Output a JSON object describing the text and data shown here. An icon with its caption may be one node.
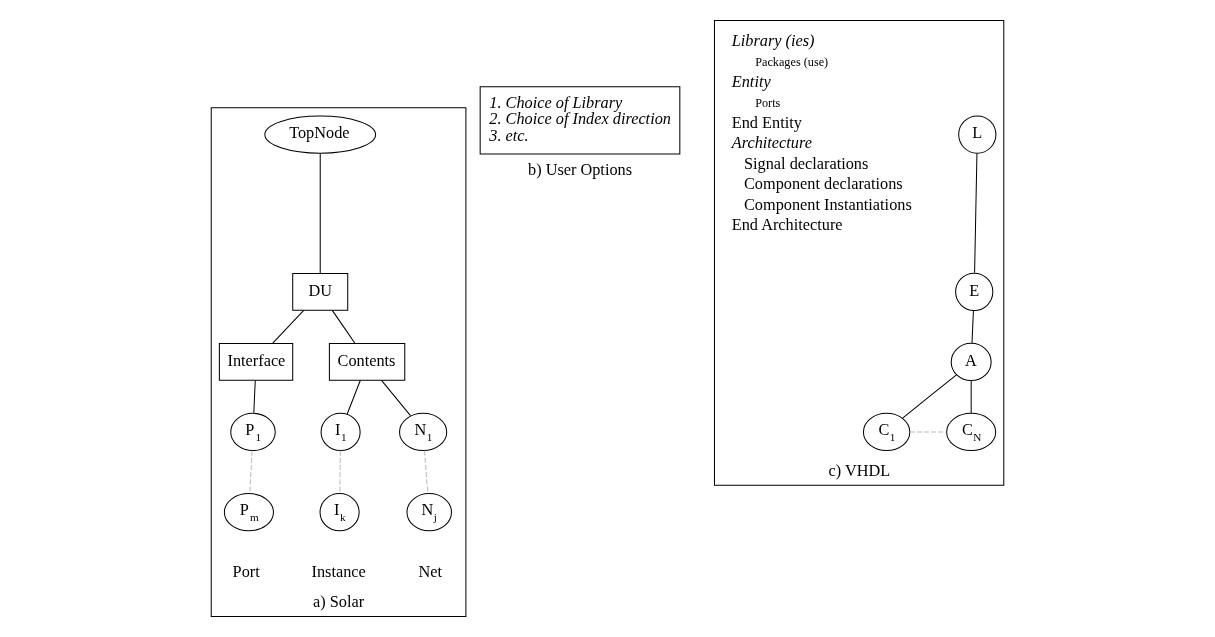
{
  "diagram": {
    "nodes": [
      {
        "text": [
          "a) Solar"
        ]
      },
      {
        "text": [
          "TopNode"
        ],
        "in": 0
      },
      {
        "text": [
          "DU"
        ],
        "in": 0
      },
      {
        "text": [
          "Interface"
        ],
        "in": 0
      },
      {
        "text": [
          "Contents"
        ],
        "in": 0
      },
      {
        "text": [
          "P$_{1}$"
        ],
        "in": 0
      },
      {
        "text": [
          "P$_{m}$"
        ],
        "in": 0,
        "beside": [
          "Port"
        ]
      },
      {
        "text": [
          "I$_{1}$"
        ],
        "in": 0
      },
      {
        "text": [
          "I$_{k}$"
        ],
        "in": 0,
        "beside": [
          "Instance"
        ]
      },
      {
        "text": [
          "N$_{1}$"
        ],
        "in": 0
      },
      {
        "text": [
          "N$_{j}$"
        ],
        "in": 0,
        "beside": [
          "Net"
        ]
      },
      {
        "text": [
          "1. Choice of Library",
          "2. Choice of Index direction",
          "3. etc.",
          "b) User Options"
        ]
      },
      {
        "text": [
          "c) VHDL"
        ]
      },
      {
        "text": [
          "L"
        ],
        "in": 12
      },
      {
        "text": [
          "E"
        ],
        "in": 12
      },
      {
        "text": [
          "A"
        ],
        "in": 12
      },
      {
        "text": [
          "C$_{1}$"
        ],
        "in": 12
      },
      {
        "text": [
          "C$_{N}$"
        ],
        "in": 12
      }
    ],
    "edges": [
      {
        "from": 1,
        "to": 2,
        "arrow": "none"
      },
      {
        "from": 2,
        "to": 3,
        "arrow": "none"
      },
      {
        "from": 2,
        "to": 4,
        "arrow": "none"
      },
      {
        "from": 3,
        "to": 5,
        "arrow": "none"
      },
      {
        "from": 4,
        "to": 7,
        "arrow": "none"
      },
      {
        "from": 4,
        "to": 9,
        "arrow": "none"
      },
      {
        "from": 5,
        "to": 6,
        "arrow": "none",
        "style": "dashed",
        "color": "#bbbbbb"
      },
      {
        "from": 7,
        "to": 8,
        "arrow": "none",
        "style": "dashed",
        "color": "#bbbbbb"
      },
      {
        "from": 9,
        "to": 10,
        "arrow": "none",
        "style": "dashed",
        "color": "#bbbbbb"
      },
      {
        "from": 13,
        "to": 14,
        "arrow": "none"
      },
      {
        "from": 14,
        "to": 15,
        "arrow": "none"
      },
      {
        "from": 15,
        "to": 16,
        "arrow": "none"
      },
      {
        "from": 15,
        "to": 17,
        "arrow": "none"
      },
      {
        "from": 16,
        "to": 17,
        "arrow": "none",
        "style": "dashed",
        "color": "#bbbbbb"
      }
    ],
    "labels": [
      "Library (ies)",
      "Packages (use)",
      "Entity",
      "Ports",
      "End Entity",
      "Architecture",
      "Signal declarations",
      "Component declarations",
      "Component Instantiations",
      "End Architecture"
    ]
  }
}
